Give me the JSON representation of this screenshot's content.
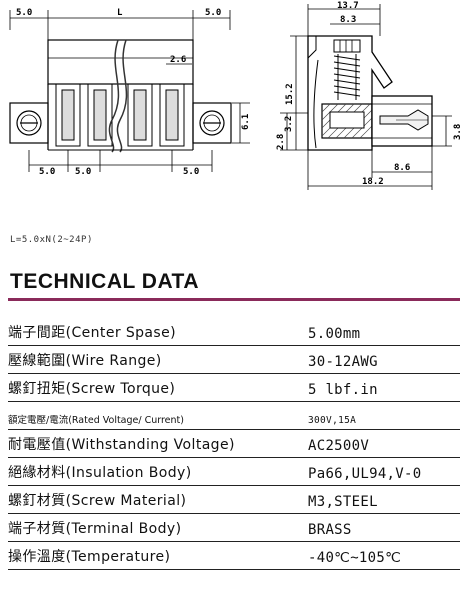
{
  "front_view": {
    "dim_left": "5.0",
    "dim_L": "L",
    "dim_right": "5.0",
    "dim_pin": "2.6",
    "dim_height": "6.1",
    "dim_bottom_1": "5.0",
    "dim_bottom_2": "5.0",
    "dim_bottom_3": "5.0"
  },
  "side_view": {
    "dim_top_outer": "13.7",
    "dim_top_inner": "8.3",
    "dim_height": "15.2",
    "dim_32": "3.2",
    "dim_28": "2.8",
    "dim_86": "8.6",
    "dim_182": "18.2",
    "dim_38": "3.8"
  },
  "formula": "L=5.0xN(2~24P)",
  "section_title": "TECHNICAL DATA",
  "specs": [
    {
      "label": "端子間距(Center Spase)",
      "value": "5.00mm"
    },
    {
      "label": "壓線範圍(Wire Range)",
      "value": "30-12AWG"
    },
    {
      "label": "螺釘扭矩(Screw Torque)",
      "value": "5 lbf.in"
    },
    {
      "label": "額定電壓/電流(Rated Voltage/ Current)",
      "value": "300V,15A"
    },
    {
      "label": "耐電壓值(Withstanding Voltage)",
      "value": "AC2500V"
    },
    {
      "label": "絕緣材料(Insulation Body)",
      "value": "Pa66,UL94,V-0"
    },
    {
      "label": "螺釘材質(Screw Material)",
      "value": "M3,STEEL"
    },
    {
      "label": "端子材質(Terminal Body)",
      "value": "BRASS"
    },
    {
      "label": "操作溫度(Temperature)",
      "value": "-40℃~105℃"
    }
  ]
}
